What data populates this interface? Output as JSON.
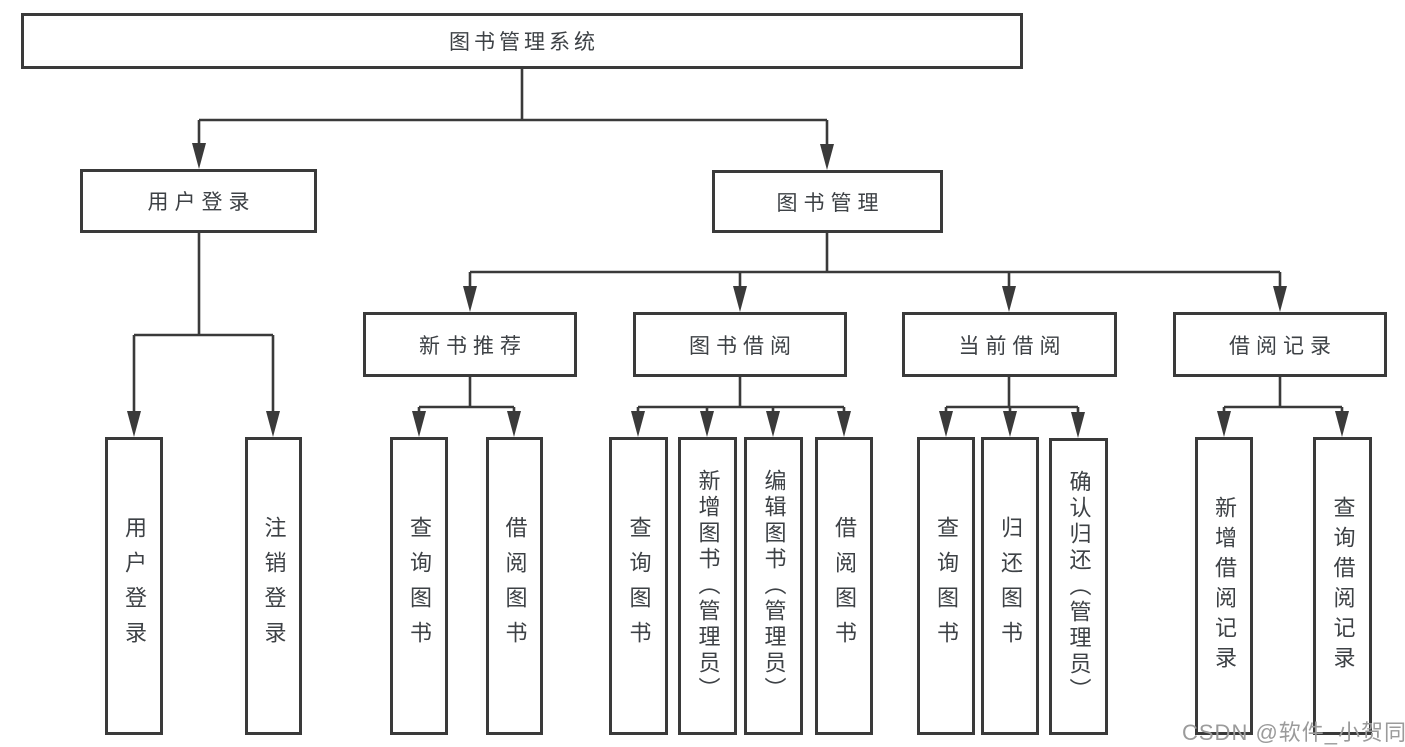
{
  "colors": {
    "background": "#ffffff",
    "line": "#3a3a3a",
    "box_border": "#3a3a3a",
    "text": "#3d4145",
    "watermark": "#9b9b9b"
  },
  "nodes": {
    "root": {
      "label": "图书管理系统"
    },
    "user_login": {
      "label": "用户登录"
    },
    "book_management": {
      "label": "图书管理"
    },
    "new_book_recommend": {
      "label": "新书推荐"
    },
    "book_borrowing": {
      "label": "图书借阅"
    },
    "current_borrowing": {
      "label": "当前借阅"
    },
    "borrowing_records": {
      "label": "借阅记录"
    },
    "leaf_user_login": {
      "label": "用户登录"
    },
    "leaf_logout": {
      "label": "注销登录"
    },
    "leaf_query_books_recommend": {
      "label": "查询图书"
    },
    "leaf_borrow_books_recommend": {
      "label": "借阅图书"
    },
    "leaf_query_books_borrowing": {
      "label": "查询图书"
    },
    "leaf_add_books_admin": {
      "label": "新增图书（管理员）"
    },
    "leaf_edit_books_admin": {
      "label": "编辑图书（管理员）"
    },
    "leaf_borrow_books_borrowing": {
      "label": "借阅图书"
    },
    "leaf_query_books_current": {
      "label": "查询图书"
    },
    "leaf_return_books": {
      "label": "归还图书"
    },
    "leaf_confirm_return_admin": {
      "label": "确认归还（管理员）"
    },
    "leaf_add_borrow_record": {
      "label": "新增借阅记录"
    },
    "leaf_query_borrow_record": {
      "label": "查询借阅记录"
    }
  },
  "watermark": {
    "text": "CSDN @软件_小贺同学"
  }
}
